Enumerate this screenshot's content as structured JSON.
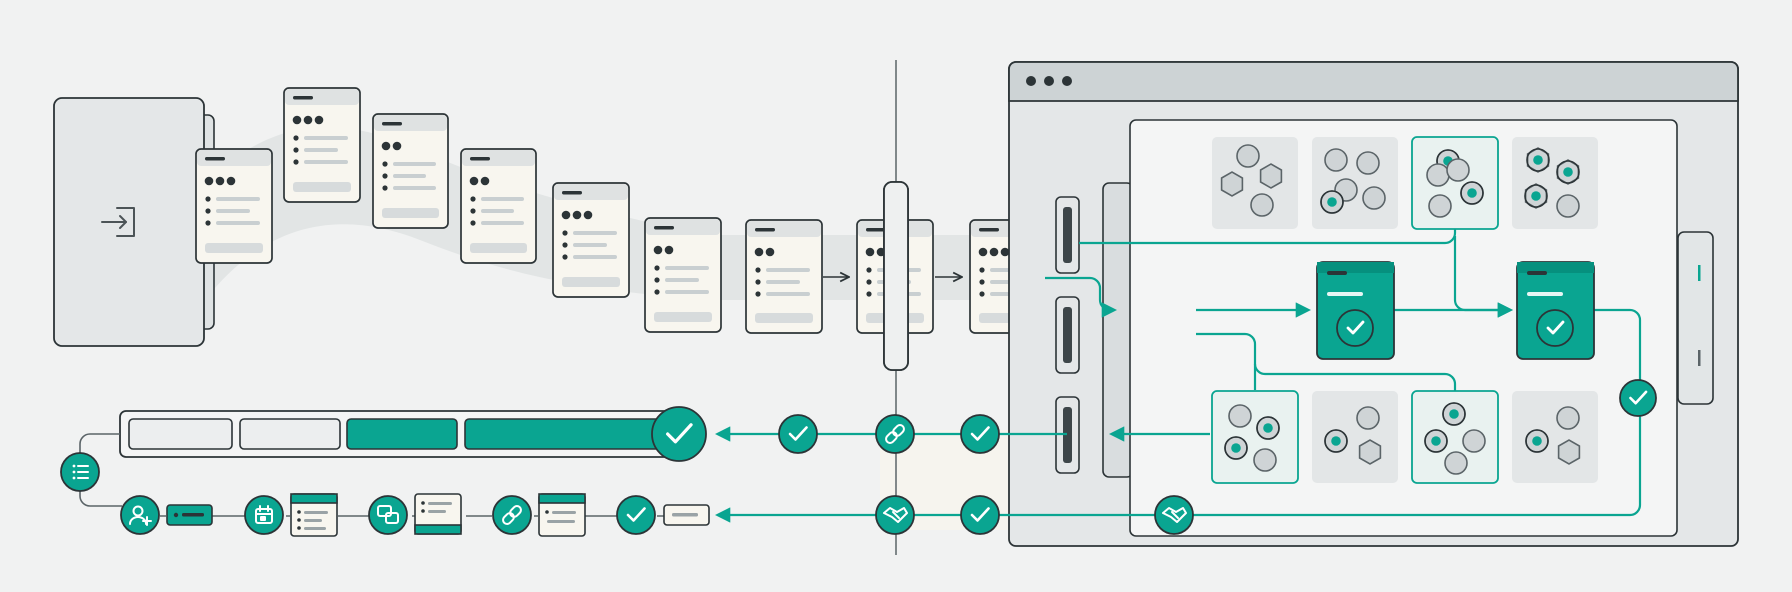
{
  "colors": {
    "background": "#f1f2f2",
    "teal": "#0aa591",
    "teal_dark": "#058a79",
    "outline": "#2c3437",
    "card": "#f8f6ef",
    "panel": "#e4e7e8",
    "muted": "#c9cfd1",
    "flow_band": "#dcdfdf"
  },
  "icons": {
    "entry": "enter-arrow-icon",
    "window_dots": "window-control-dots-icon",
    "check": "checkmark-icon",
    "link": "chain-link-icon",
    "handshake": "handshake-icon",
    "list": "list-icon",
    "add_user": "add-user-icon",
    "calendar": "calendar-icon",
    "chat": "chat-bubbles-icon"
  },
  "progress": {
    "segments_total": 4,
    "segments_complete": 2
  },
  "node_groups": {
    "top_row": 4,
    "bottom_row": 4,
    "highlighted": [
      "top-3",
      "bottom-1",
      "bottom-3"
    ]
  }
}
